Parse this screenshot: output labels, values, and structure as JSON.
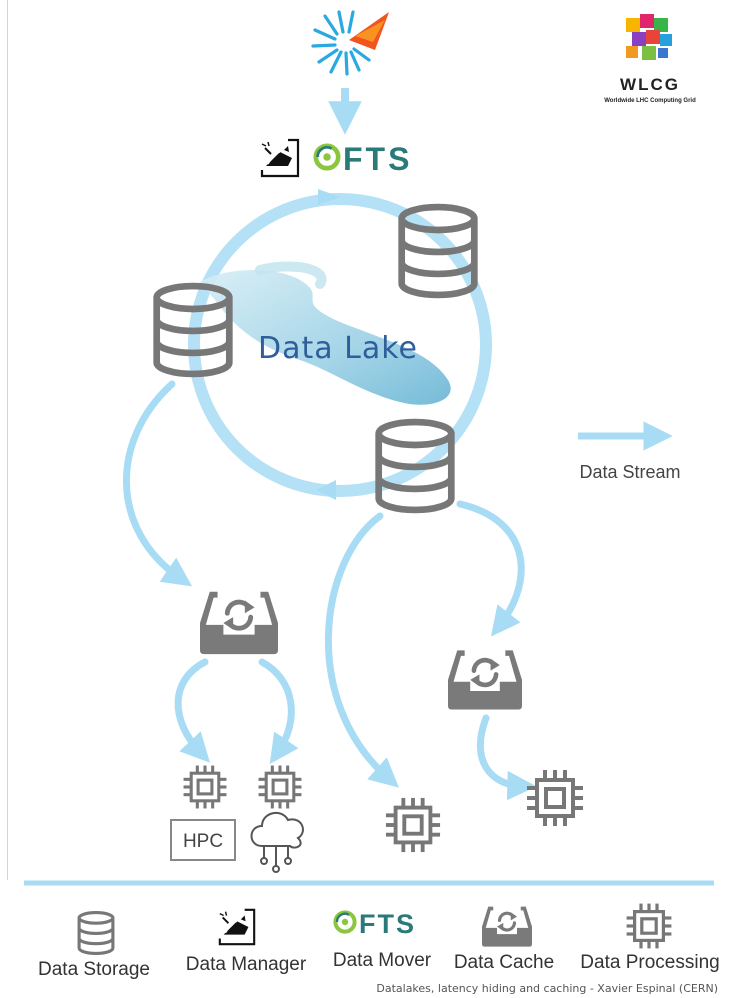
{
  "logos": {
    "wlcg_text": "WLCG",
    "wlcg_subtitle": "Worldwide LHC Computing Grid",
    "fts_text": "FTS"
  },
  "diagram": {
    "lake_label": "Data Lake",
    "stream_label": "Data Stream",
    "hpc_label": "HPC"
  },
  "legend": {
    "items": [
      {
        "icon": "database-icon",
        "label": "Data Storage"
      },
      {
        "icon": "data-manager-icon",
        "label": "Data Manager"
      },
      {
        "icon": "fts-logo",
        "label": "Data Mover"
      },
      {
        "icon": "cache-tray-icon",
        "label": "Data Cache"
      },
      {
        "icon": "processor-chip-icon",
        "label": "Data Processing"
      }
    ]
  },
  "footer": {
    "credit": "Datalakes, latency hiding and caching - Xavier Espinal (CERN)"
  },
  "colors": {
    "arrow": "#a8dcf5",
    "icon_gray": "#777777",
    "fts_teal": "#2a7a7a",
    "fts_green": "#8cc63f",
    "lake_text": "#2f5f9a"
  }
}
